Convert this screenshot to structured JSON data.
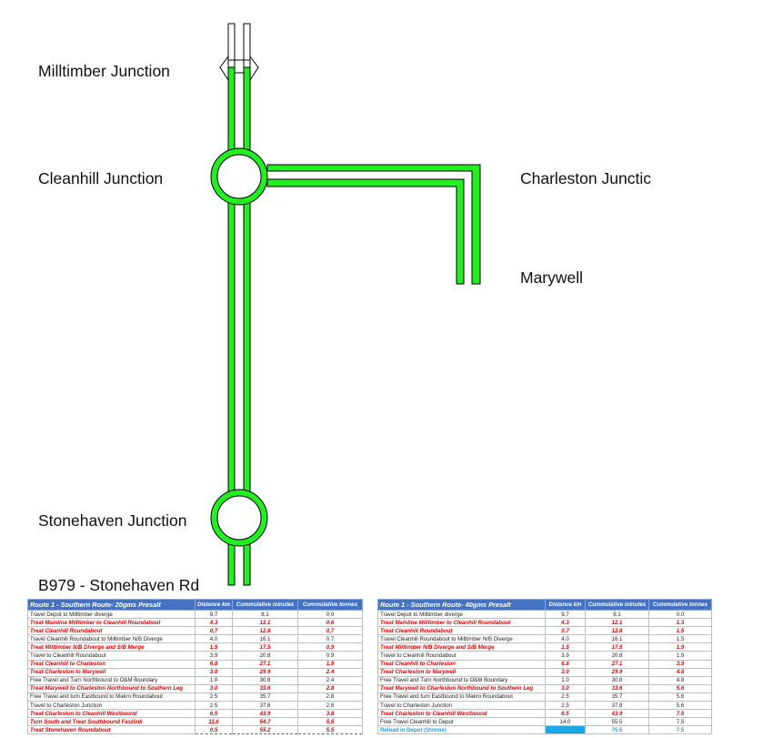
{
  "junctions": {
    "milltimber": "Milltimber Junction",
    "cleanhill": "Cleanhill Junction",
    "charleston": "Charleston Junctic",
    "marywell": "Marywell",
    "stonehaven": "Stonehaven Junction",
    "b979": "B979 - Stonehaven Rd"
  },
  "colors": {
    "road": "#22ee22",
    "header": "#4472c4",
    "treat": "#e00000",
    "reload": "#1ba1e2"
  },
  "table_left": {
    "headers": [
      "Route 1 - Southern Route-  20gms Presalt",
      "Distance km",
      "Cummulative minutes",
      "Cummulative tonnes"
    ],
    "rows": [
      {
        "task": "Travel Depot to Milltimber diverge",
        "dist": "9.7",
        "mins": "8.1",
        "tonnes": "0.0",
        "kind": "travel"
      },
      {
        "task": "Treat Mainline Milltimber to Cleanhill Roundabout",
        "dist": "4.3",
        "mins": "12.1",
        "tonnes": "0.6",
        "kind": "treat"
      },
      {
        "task": "Treat Cleanhill Roundabout",
        "dist": "0.7",
        "mins": "12.8",
        "tonnes": "0.7",
        "kind": "treat"
      },
      {
        "task": "Travel Cleanhill Roundabout to Milltimber N/B Diverge",
        "dist": "4.0",
        "mins": "16.1",
        "tonnes": "0.7",
        "kind": "travel"
      },
      {
        "task": "Treat Milltimber N/B Diverge and S/B Merge",
        "dist": "1.5",
        "mins": "17.5",
        "tonnes": "0.9",
        "kind": "treat"
      },
      {
        "task": "Travel to Cleanhill Roundabout",
        "dist": "3.9",
        "mins": "20.8",
        "tonnes": "0.9",
        "kind": "travel"
      },
      {
        "task": "Treat Cleanhill to Charleston",
        "dist": "6.8",
        "mins": "27.1",
        "tonnes": "1.9",
        "kind": "treat"
      },
      {
        "task": "Treat Charleston to Marywell",
        "dist": "3.0",
        "mins": "29.9",
        "tonnes": "2.4",
        "kind": "treat"
      },
      {
        "task": "Free Travel and Turn Northbound to O&M Boundary",
        "dist": "1.0",
        "mins": "30.8",
        "tonnes": "2.4",
        "kind": "travel"
      },
      {
        "task": "Treat Marywell to Charleston Northbound to Southern Leg",
        "dist": "3.0",
        "mins": "33.6",
        "tonnes": "2.8",
        "kind": "treat"
      },
      {
        "task": "Free Travel and turn Eastbound to Makro Roundabout",
        "dist": "2.5",
        "mins": "35.7",
        "tonnes": "2.8",
        "kind": "travel"
      },
      {
        "task": "Travel to Charleston Junction",
        "dist": "2.5",
        "mins": "37.8",
        "tonnes": "2.8",
        "kind": "travel"
      },
      {
        "task": "Treat Charleston to Cleanhill Westbound",
        "dist": "6.5",
        "mins": "43.9",
        "tonnes": "3.8",
        "kind": "treat"
      },
      {
        "task": "Turn South and Treat Southbound Fastlink",
        "dist": "11.6",
        "mins": "54.7",
        "tonnes": "5.5",
        "kind": "treat"
      },
      {
        "task": "Treat Stonehaven Roundabout",
        "dist": "0.5",
        "mins": "55.2",
        "tonnes": "5.5",
        "kind": "treat"
      }
    ]
  },
  "table_right": {
    "headers": [
      "Route 1 - Southern Route-  40gms Presalt",
      "Distance km",
      "Cummulative minutes",
      "Cummulative tonnes"
    ],
    "rows": [
      {
        "task": "Travel Depot to Milltimber diverge",
        "dist": "9.7",
        "mins": "8.1",
        "tonnes": "0.0",
        "kind": "travel"
      },
      {
        "task": "Treat Mainline Milltimber to Cleanhill Roundabout",
        "dist": "4.3",
        "mins": "12.1",
        "tonnes": "1.3",
        "kind": "treat"
      },
      {
        "task": "Treat Cleanhill Roundabout",
        "dist": "0.7",
        "mins": "12.8",
        "tonnes": "1.5",
        "kind": "treat"
      },
      {
        "task": "Travel Cleanhill Roundabout to Milltimber N/B Diverge",
        "dist": "4.0",
        "mins": "16.1",
        "tonnes": "1.5",
        "kind": "travel"
      },
      {
        "task": "Treat Milltimber N/B Diverge and S/B Merge",
        "dist": "1.5",
        "mins": "17.5",
        "tonnes": "1.9",
        "kind": "treat"
      },
      {
        "task": "Travel to Cleanhill Roundabout",
        "dist": "3.9",
        "mins": "20.8",
        "tonnes": "1.9",
        "kind": "travel"
      },
      {
        "task": "Treat Cleanhill to Charleston",
        "dist": "6.8",
        "mins": "27.1",
        "tonnes": "3.9",
        "kind": "treat"
      },
      {
        "task": "Treat Charleston to Marywell",
        "dist": "3.0",
        "mins": "29.9",
        "tonnes": "4.8",
        "kind": "treat"
      },
      {
        "task": "Free Travel and Turn Northbound to O&M Boundary",
        "dist": "1.0",
        "mins": "30.8",
        "tonnes": "4.8",
        "kind": "travel"
      },
      {
        "task": "Treat Marywell to Charleston Northbound to Southern Leg",
        "dist": "3.0",
        "mins": "33.6",
        "tonnes": "5.6",
        "kind": "treat"
      },
      {
        "task": "Free Travel and turn Eastbound to Makro Roundabout",
        "dist": "2.5",
        "mins": "35.7",
        "tonnes": "5.6",
        "kind": "travel"
      },
      {
        "task": "Travel to Charleston Junction",
        "dist": "2.5",
        "mins": "37.8",
        "tonnes": "5.6",
        "kind": "travel"
      },
      {
        "task": "Treat Charleston to Cleanhill Westbound",
        "dist": "6.5",
        "mins": "43.9",
        "tonnes": "7.5",
        "kind": "treat"
      },
      {
        "task": "Free Travel Cleanhill to Depot",
        "dist": "14.0",
        "mins": "55.5",
        "tonnes": "7.5",
        "kind": "travel"
      },
      {
        "task": "Reload in Depot (Stonne)",
        "dist": "",
        "mins": "75.5",
        "tonnes": "7.5",
        "kind": "reload"
      }
    ]
  }
}
